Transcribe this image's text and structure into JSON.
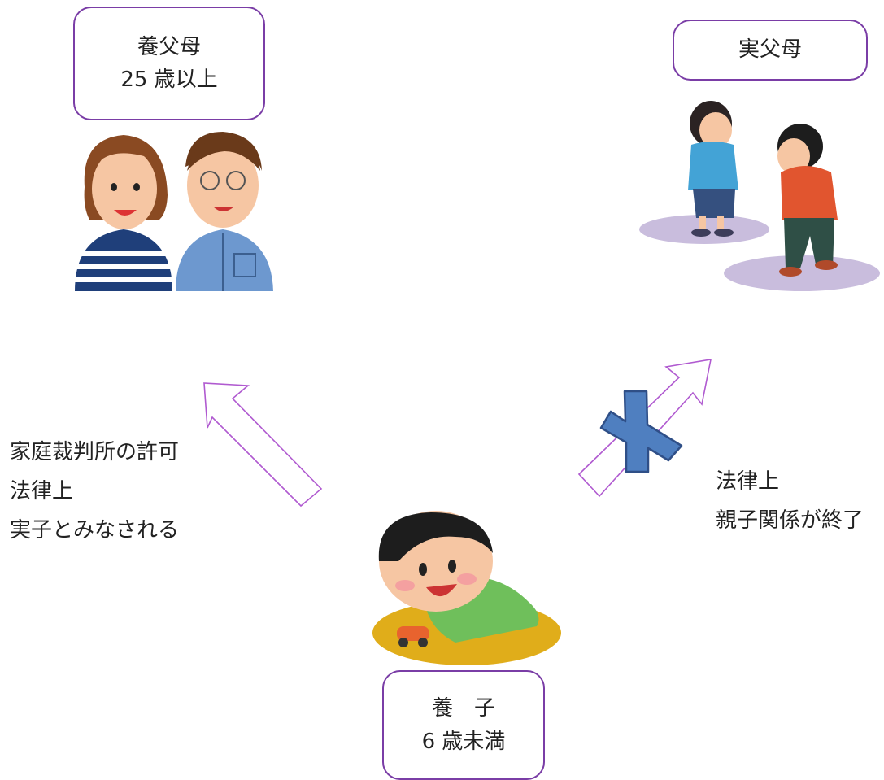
{
  "adoptive_parents": {
    "line1": "養父母",
    "line2": "25 歳以上"
  },
  "birth_parents": {
    "label": "実父母"
  },
  "child": {
    "line1": "養　子",
    "line2": "6 歳未満"
  },
  "left_note": {
    "line1": "家庭裁判所の許可",
    "line2": "法律上",
    "line3": "実子とみなされる"
  },
  "right_note": {
    "line1": "法律上",
    "line2": "親子関係が終了"
  },
  "colors": {
    "box_border": "#7a3da6",
    "arrow": "#b05ad0",
    "cross": "#4f7fc0",
    "floor": "#c9bddd",
    "mat": "#e0ad1a"
  }
}
